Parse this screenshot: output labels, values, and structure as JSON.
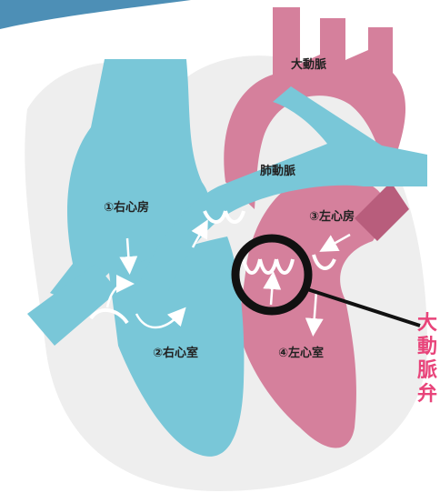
{
  "colors": {
    "venous": "#79c7d8",
    "arterial": "#d5809c",
    "arterial_dark": "#b85d7c",
    "outline": "#eeeeee",
    "background": "#ffffff",
    "callout_text": "#e8447a",
    "ring": "#111111"
  },
  "labels": {
    "aorta": "大動脈",
    "pulmonary_artery": "肺動脈",
    "right_atrium": "①右心房",
    "right_ventricle": "②右心室",
    "left_atrium": "③左心房",
    "left_ventricle": "④左心室"
  },
  "callout": {
    "chars": [
      "大",
      "動",
      "脈",
      "弁"
    ]
  },
  "icons": {
    "flow_arrow": "white-flow-arrow",
    "highlight_ring": "black-circle-highlight"
  }
}
